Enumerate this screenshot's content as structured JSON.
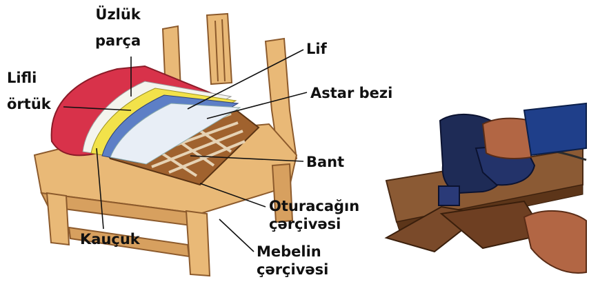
{
  "labels": {
    "uzluk": [
      "Üzlük",
      "parça"
    ],
    "lifli": [
      "Lifli",
      "örtük"
    ],
    "lif": "Lif",
    "astar": "Astar bezi",
    "bant": "Bant",
    "oturacaq": [
      "Oturacağın",
      "çərçivəsi"
    ],
    "kaucuk": "Kauçuk",
    "mebel": [
      "Mebelin",
      "çərçivəsi"
    ]
  },
  "colors": {
    "wood": "#e9b977",
    "wood_dark": "#b8824a",
    "red_cover": "#d8324a",
    "yellow_layer": "#f2e24a",
    "blue_layer": "#5d7fc6",
    "white_layer": "#f4f4ee",
    "stapler": "#1e2b56",
    "plank": "#7a4a2a",
    "skin": "#b26644"
  }
}
